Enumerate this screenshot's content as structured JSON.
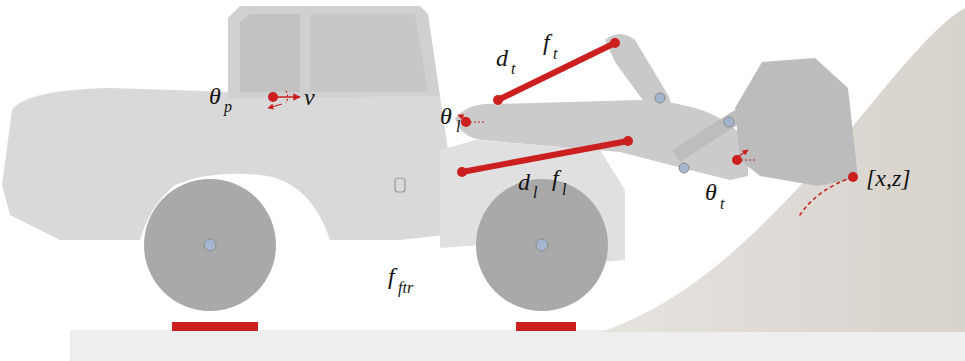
{
  "diagram": {
    "labels": [
      "θ",
      "p",
      "v",
      "θ",
      "l",
      "d",
      "t",
      "f",
      "t",
      "d",
      "l",
      "f",
      "l",
      "θ",
      "t",
      "[x,z]",
      "f",
      "ftr"
    ]
  }
}
